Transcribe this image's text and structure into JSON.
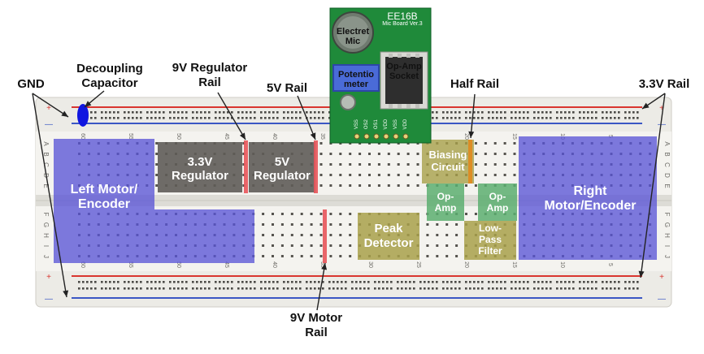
{
  "labels": {
    "gnd": "GND",
    "decoupling": "Decoupling\nCapacitor",
    "rail_9v_reg": "9V Regulator\nRail",
    "rail_5v": "5V Rail",
    "half_rail": "Half Rail",
    "rail_3v3": "3.3V Rail",
    "rail_9v_motor": "9V Motor\nRail"
  },
  "regions": {
    "left_motor": "Left Motor/\nEncoder",
    "right_motor": "Right\nMotor/Encoder",
    "reg_3v3": "3.3V\nRegulator",
    "reg_5v": "5V\nRegulator",
    "biasing": "Biasing\nCircuit",
    "opamp1": "Op-\nAmp",
    "opamp2": "Op-\nAmp",
    "peak": "Peak\nDetector",
    "lowpass": "Low-\nPass\nFilter"
  },
  "mic_board": {
    "title": "EE16B",
    "subtitle": "Mic Board Ver.3",
    "electret": "Electret\nMic",
    "potentiometer": "Potentio\nmeter",
    "opamp_socket": "Op-Amp\nSocket",
    "pins": [
      "VSS",
      "OS2",
      "OS1",
      "VDD",
      "VSS",
      "VDD"
    ]
  },
  "breadboard": {
    "row_letters_top": [
      "A",
      "B",
      "C",
      "D",
      "E"
    ],
    "row_letters_bottom": [
      "F",
      "G",
      "H",
      "I",
      "J"
    ],
    "column_numbers": [
      "60",
      "55",
      "50",
      "45",
      "40",
      "35",
      "30",
      "25",
      "20",
      "15",
      "10",
      "5"
    ],
    "rail_plus": "+",
    "rail_minus": "—"
  },
  "colors": {
    "rail_red": "#d9352f",
    "rail_blue": "#3b57c4",
    "region_blue": "#5a55d6",
    "region_gray": "#5f5c58",
    "region_olive": "#a8a04a",
    "region_green": "#5cae70",
    "highlight_red": "#e8555a",
    "highlight_orange": "#e08a1e",
    "capacitor": "#1016e0",
    "pcb_green": "#1f8a3a"
  }
}
